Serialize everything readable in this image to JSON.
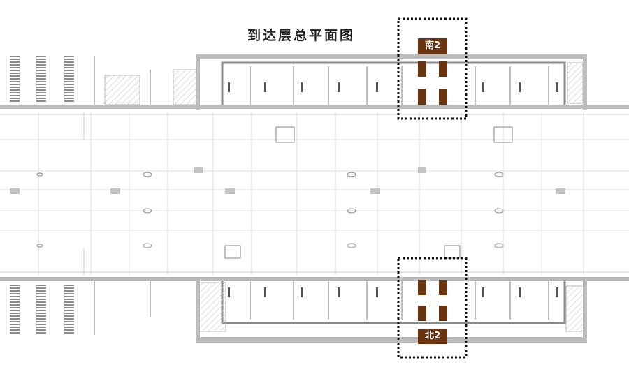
{
  "title": "到达层总平面图",
  "zones": [
    {
      "id": "south-2",
      "label": "南2"
    },
    {
      "id": "north-2",
      "label": "北2"
    }
  ],
  "colors": {
    "zone_fill": "#6b3410",
    "zone_outline": "#111111",
    "plan_line": "#9a9a9a",
    "plan_grid": "#d4d4d4",
    "plan_fill": "#c8c8c8"
  }
}
